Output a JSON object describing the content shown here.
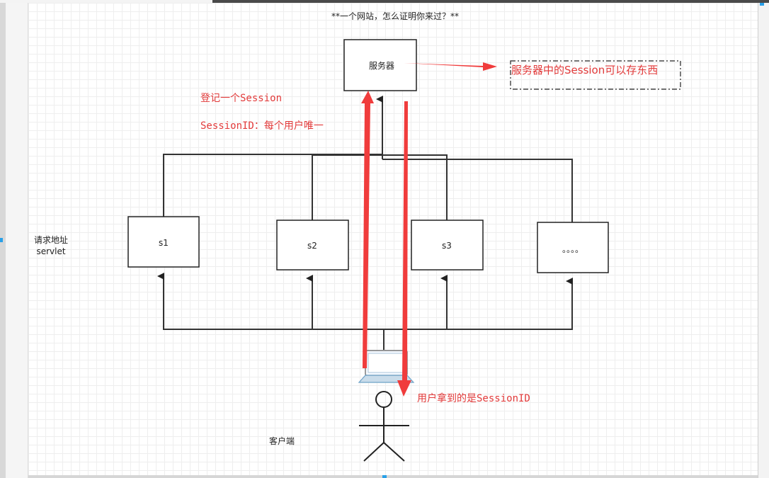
{
  "diagram": {
    "title": "**一个网站，怎么证明你来过？**",
    "server_label": "服务器",
    "server_note": "服务器中的Session可以存东西",
    "register_note": "登记一个Session",
    "sessionid_note": "SessionID：每个用户唯一",
    "side_label_line1": "请求地址",
    "side_label_line2": "servlet",
    "nodes": [
      "s1",
      "s2",
      "s3",
      "。。。。"
    ],
    "user_note": "用户拿到的是SessionID",
    "client_label": "客户端"
  },
  "colors": {
    "red_arrow": "#f03c3c",
    "red_text": "#e23a3a",
    "line": "#333333",
    "laptop": "#6ea2c8"
  },
  "icons": [
    "laptop-icon",
    "person-icon"
  ]
}
